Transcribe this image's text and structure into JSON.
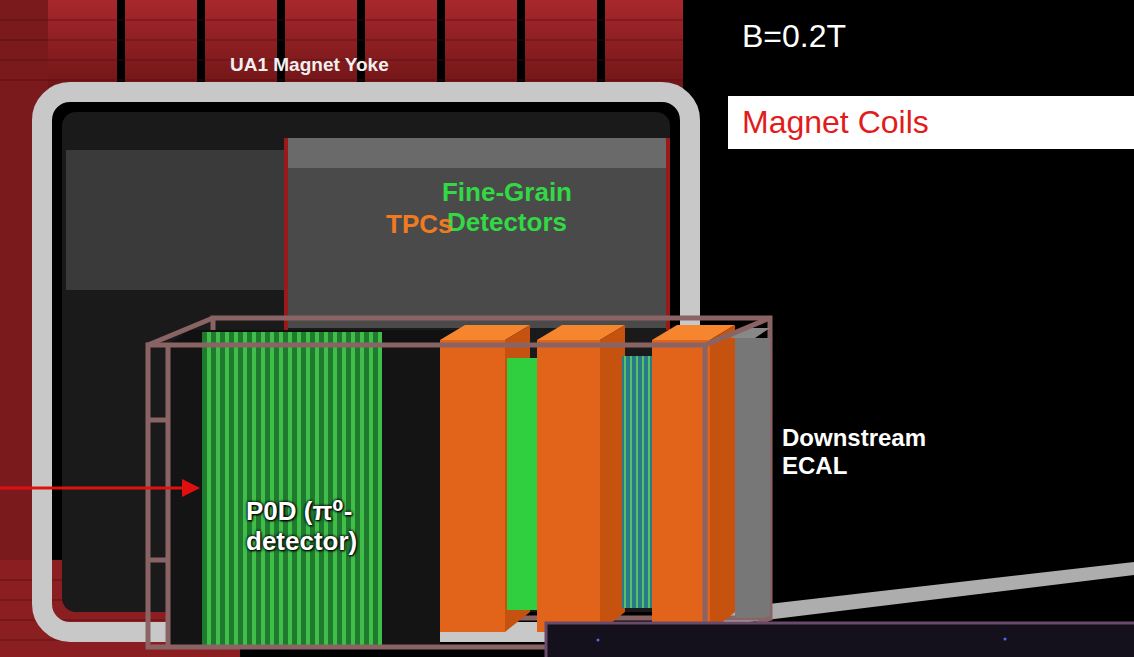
{
  "diagram": {
    "nodes": [
      {
        "text": [
          "Magnet Coils"
        ]
      },
      {
        "text": [
          "P0D (π⁰- detector)"
        ]
      }
    ],
    "labels": [
      "B=0.2T",
      "UA1 Magnet Yoke",
      "Fine-Grain Detectors",
      "TPCs",
      "Downstream ECAL"
    ]
  }
}
